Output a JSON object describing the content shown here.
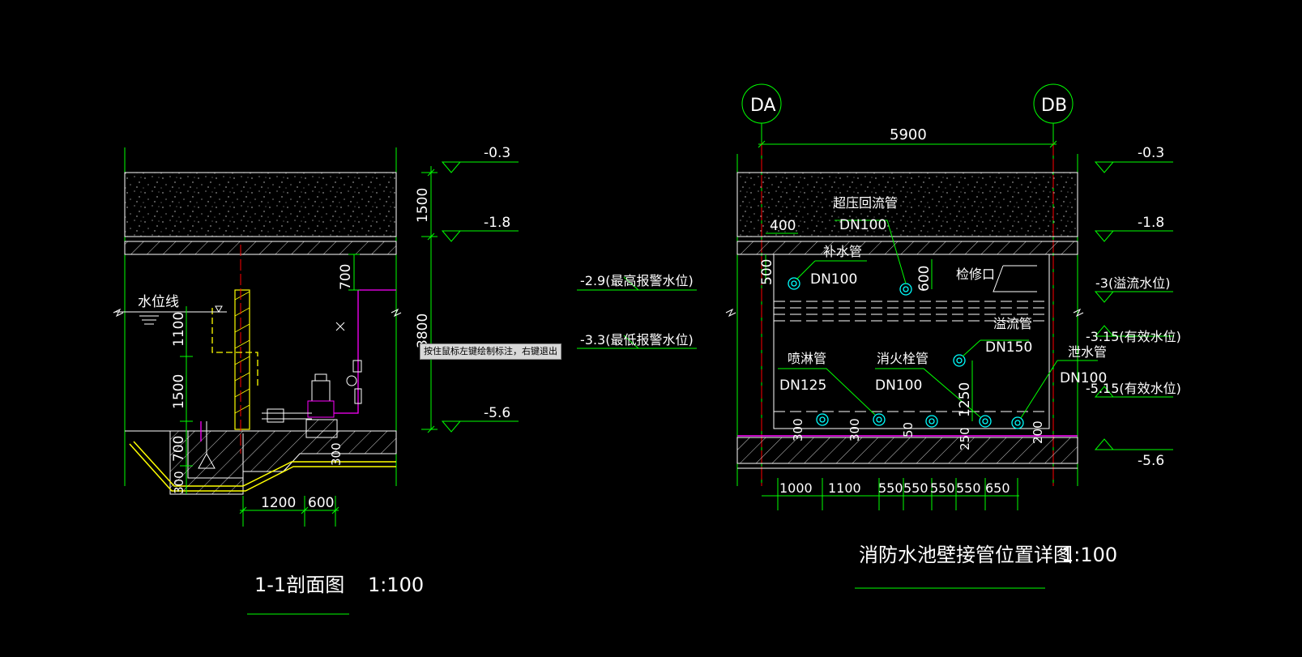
{
  "colors": {
    "background": "#000000",
    "dim": "#00ff00",
    "text": "#ffffff",
    "yellow": "#ffff00",
    "red": "#ff0000",
    "magenta": "#ff00ff",
    "cyan": "#00ffff"
  },
  "section_view": {
    "title": "1-1剖面图",
    "scale": "1:100",
    "water_line_label": "水位线",
    "elevations": [
      "-0.3",
      "-1.8",
      "-5.6"
    ],
    "vertical_dims": [
      "1500",
      "700",
      "3800",
      "1100",
      "1500",
      "700",
      "300",
      "300"
    ],
    "horizontal_dims": [
      "1200",
      "600"
    ],
    "alarm_levels": [
      "-2.9(最高报警水位)",
      "-3.3(最低报警水位)"
    ]
  },
  "wall_view": {
    "title": "消防水池壁接管位置详图",
    "scale": "1:100",
    "axes": [
      "DA",
      "DB"
    ],
    "span_dim": "5900",
    "elevations": [
      "-0.3",
      "-1.8",
      "-3(溢流水位)",
      "-3.15(有效水位)",
      "-5.15(有效水位)",
      "-5.6"
    ],
    "pipes": [
      {
        "name": "超压回流管",
        "size": "DN100"
      },
      {
        "name": "补水管",
        "size": "DN100"
      },
      {
        "name": "溢流管",
        "size": "DN150"
      },
      {
        "name": "喷淋管",
        "size": "DN125"
      },
      {
        "name": "消火栓管",
        "size": "DN100"
      },
      {
        "name": "泄水管",
        "size": "DN100"
      }
    ],
    "inspection_label": "检修口",
    "local_dims": [
      "400",
      "500",
      "600",
      "1250",
      "300",
      "300",
      "50",
      "250",
      "200"
    ],
    "bottom_dims": [
      "1000",
      "1100",
      "550",
      "550",
      "550",
      "550",
      "650"
    ]
  },
  "status_tooltip": "按住鼠标左键绘制标注，右键退出"
}
